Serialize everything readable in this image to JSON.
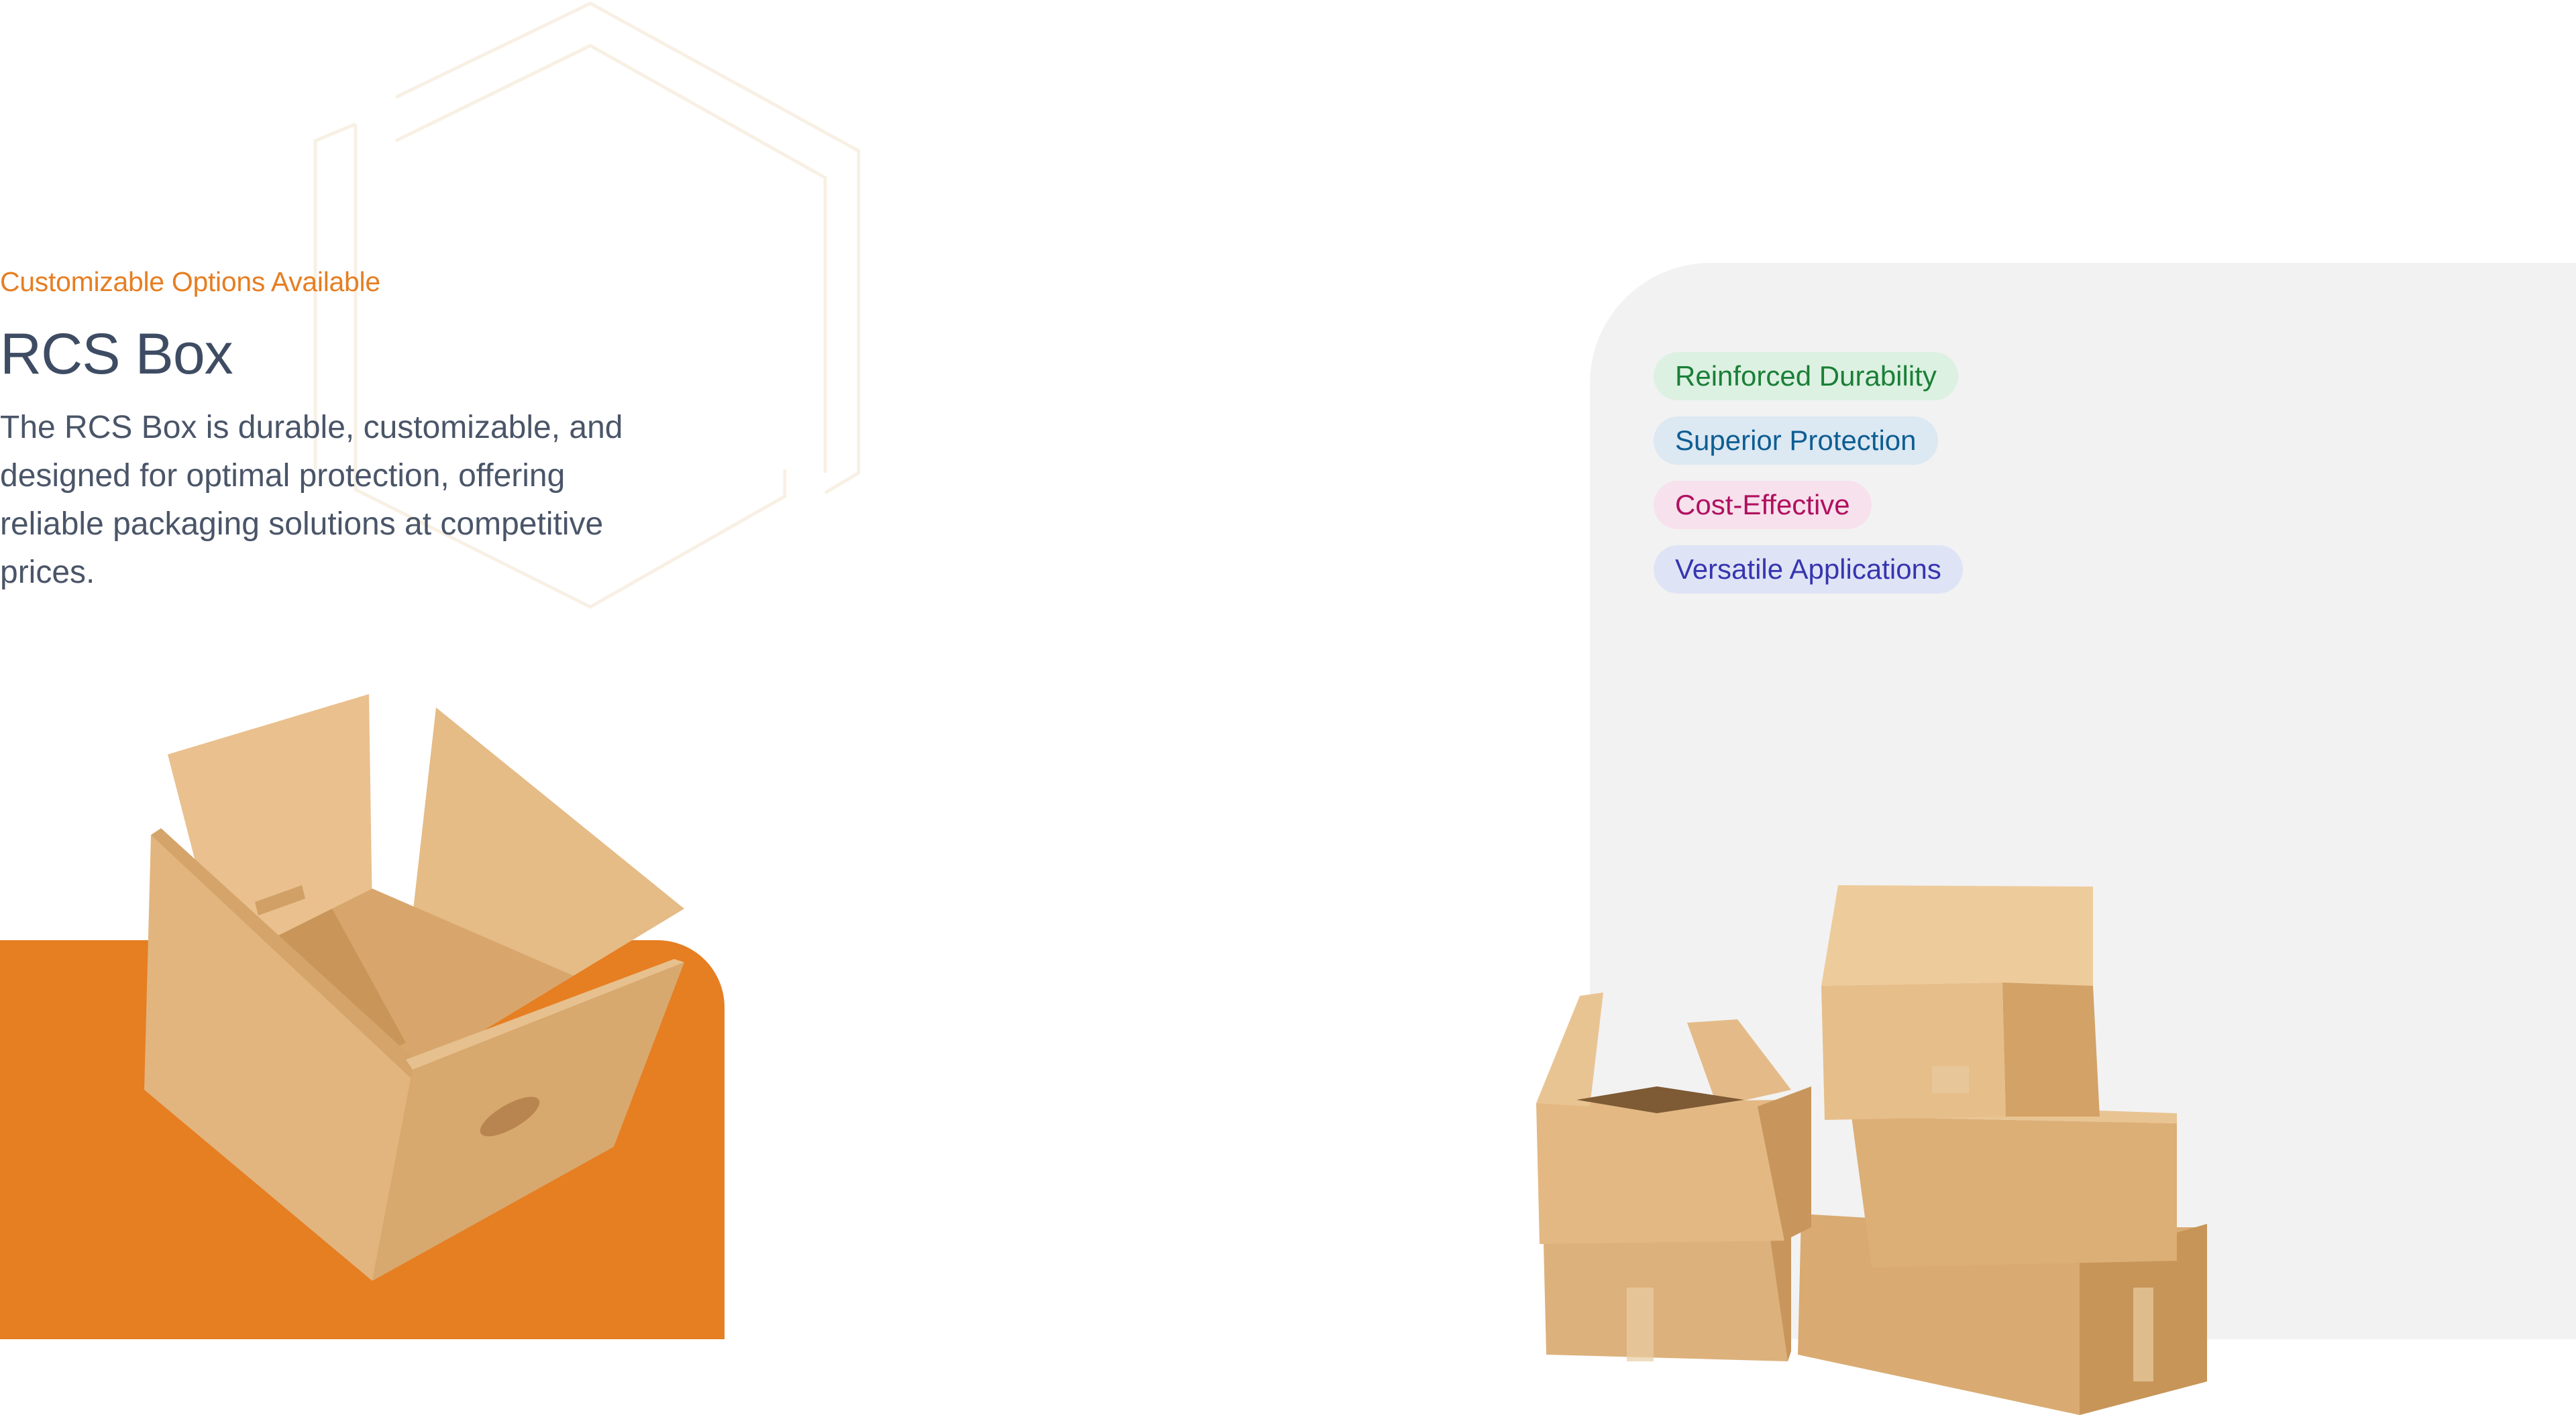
{
  "intro": {
    "eyebrow": "Customizable Options Available",
    "title": "RCS Box",
    "description": "The RCS Box is durable, customizable, and designed for optimal protection, offering reliable packaging solutions at competitive prices."
  },
  "features": [
    {
      "label": "Reinforced Durability",
      "color": "#1A7F37",
      "background": "#DCF1E2"
    },
    {
      "label": "Superior Protection",
      "color": "#0E5E93",
      "background": "#DCE8F2"
    },
    {
      "label": "Cost-Effective",
      "color": "#B0105F",
      "background": "#F6E1EC"
    },
    {
      "label": "Versatile Applications",
      "color": "#3536AE",
      "background": "#DFE3F6"
    }
  ],
  "theme": {
    "accent": "#E67E22",
    "heading": "#3E4C63",
    "panel": "#F2F2F2"
  },
  "images": {
    "left": "open-cardboard-box",
    "right": "stacked-cardboard-boxes"
  }
}
